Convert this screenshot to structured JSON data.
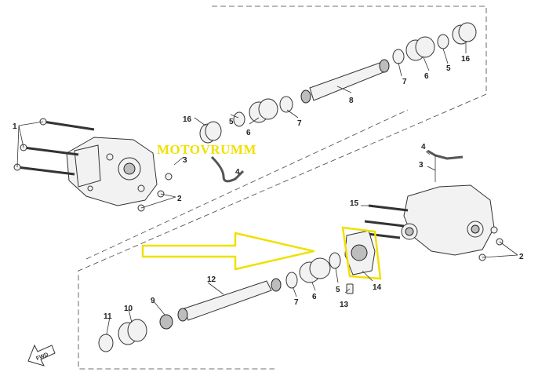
{
  "watermark": "MOTOVRUMM",
  "direction_label": "FWD",
  "highlight_color": "#f0e000",
  "callouts": {
    "c1": "1",
    "c2a": "2",
    "c2b": "2",
    "c3a": "3",
    "c3b": "3",
    "c4a": "4",
    "c4b": "4",
    "c5a": "5",
    "c5b": "5",
    "c5c": "5",
    "c6a": "6",
    "c6b": "6",
    "c6c": "6",
    "c7a": "7",
    "c7b": "7",
    "c7c": "7",
    "c8": "8",
    "c9": "9",
    "c10": "10",
    "c11": "11",
    "c12": "12",
    "c13": "13",
    "c14": "14",
    "c15": "15",
    "c16a": "16",
    "c16b": "16"
  }
}
